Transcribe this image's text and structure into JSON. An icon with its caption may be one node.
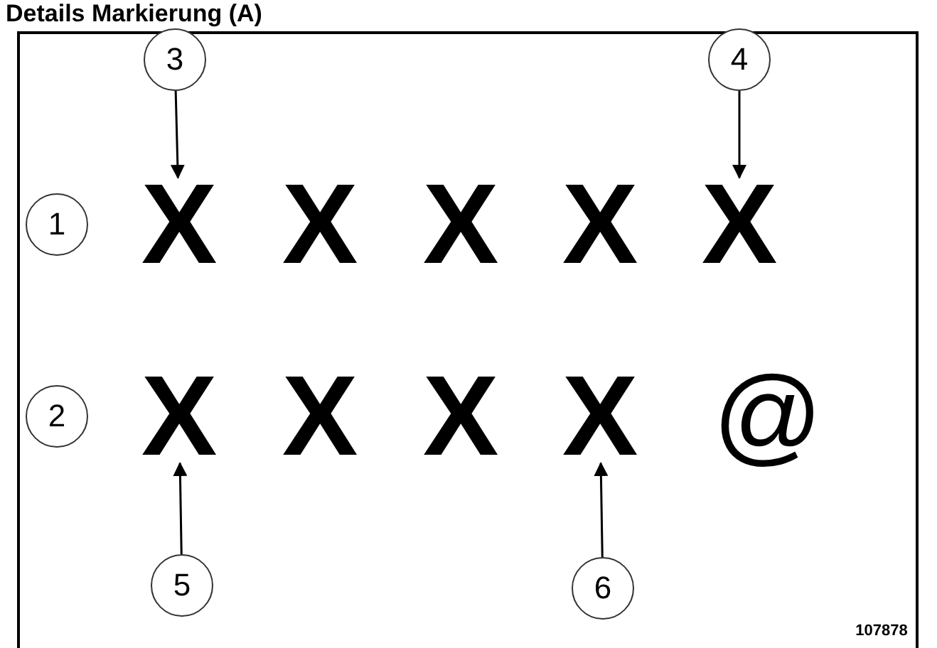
{
  "diagram": {
    "title": "Details Markierung (A)",
    "nodes": [
      {
        "text": [
          "3"
        ]
      },
      {
        "text": [
          "X"
        ]
      },
      {
        "text": [
          "4"
        ]
      },
      {
        "text": [
          "X"
        ]
      },
      {
        "text": [
          "X"
        ]
      },
      {
        "text": [
          "X"
        ]
      },
      {
        "text": [
          "5"
        ]
      },
      {
        "text": [
          "6"
        ]
      },
      {
        "text": [
          "1"
        ]
      },
      {
        "text": [
          "2"
        ]
      }
    ],
    "edges": [
      {
        "from": 0,
        "to": 1,
        "arrow": "to"
      },
      {
        "from": 2,
        "to": 3,
        "arrow": "to"
      },
      {
        "from": 6,
        "to": 4,
        "arrow": "to"
      },
      {
        "from": 7,
        "to": 5,
        "arrow": "to"
      }
    ],
    "labels": [
      "X",
      "X",
      "X",
      "X",
      "X",
      "@",
      "107878"
    ]
  }
}
